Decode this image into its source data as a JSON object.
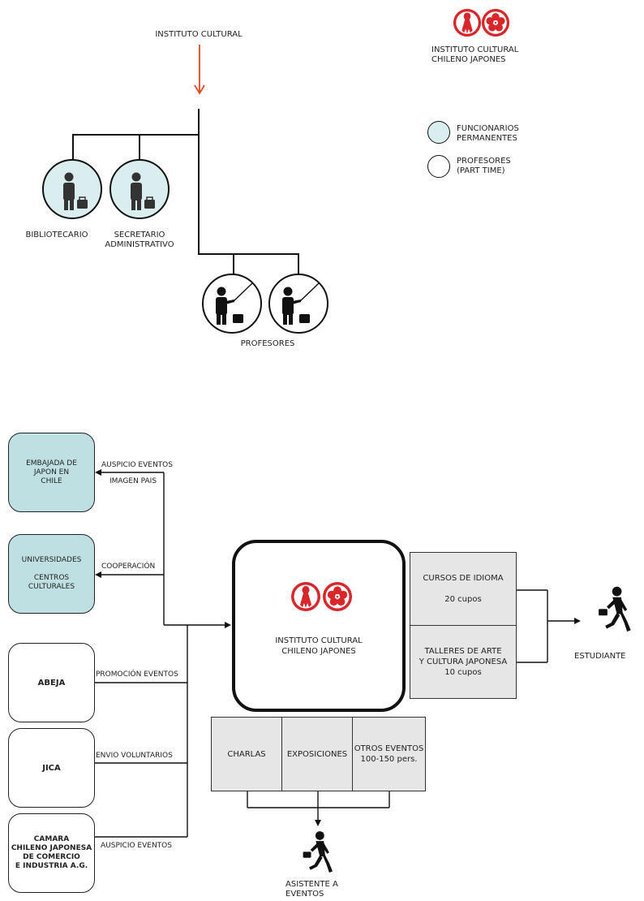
{
  "org_chart": {
    "top_label": "INSTITUTO CULTURAL",
    "logo_label": "INSTITUTO CULTURAL\nCHILENO JAPONES",
    "legend": [
      {
        "label": "FUNCIONARIOS\nPERMANENTES",
        "fill": "#daeef0"
      },
      {
        "label": "PROFESORES\n(PART TIME)",
        "fill": "#ffffff"
      }
    ],
    "staff": [
      {
        "label": "BIBLIOTECARIO"
      },
      {
        "label": "SECRETARIO\nADMINISTRATIVO"
      }
    ],
    "teachers_label": "PROFESORES",
    "arrow_color": "#e0491f"
  },
  "flow": {
    "partners": [
      {
        "name": "EMBAJADA DE\nJAPON EN\nCHILE",
        "relation": "AUSPICIO EVENTOS",
        "relation2": "IMAGEN PAIS"
      },
      {
        "name": "UNIVERSIDADES\n\nCENTROS\nCULTURALES",
        "relation": "COOPERACIÓN"
      },
      {
        "name": "ABEJA",
        "relation": "PROMOCIÓN EVENTOS"
      },
      {
        "name": "JICA",
        "relation": "ENVIO VOLUNTARIOS"
      },
      {
        "name": "CAMARA\nCHILENO JAPONESA\nDE COMERCIO\nE INDUSTRIA A.G.",
        "relation": "AUSPICIO EVENTOS"
      }
    ],
    "center": "INSTITUTO CULTURAL\nCHILENO JAPONES",
    "courses": [
      {
        "label": "CURSOS DE IDIOMA\n\n20 cupos"
      },
      {
        "label": "TALLERES DE ARTE\nY CULTURA JAPONESA\n10 cupos"
      }
    ],
    "events": [
      {
        "label": "CHARLAS"
      },
      {
        "label": "EXPOSICIONES"
      },
      {
        "label": "OTROS EVENTOS\n100-150 pers."
      }
    ],
    "student_label": "ESTUDIANTE",
    "attendee_label": "ASISTENTE A\nEVENTOS",
    "logo_color": "#d9262b",
    "teal": "#bfe0e2",
    "grey": "#e6e6e6"
  }
}
